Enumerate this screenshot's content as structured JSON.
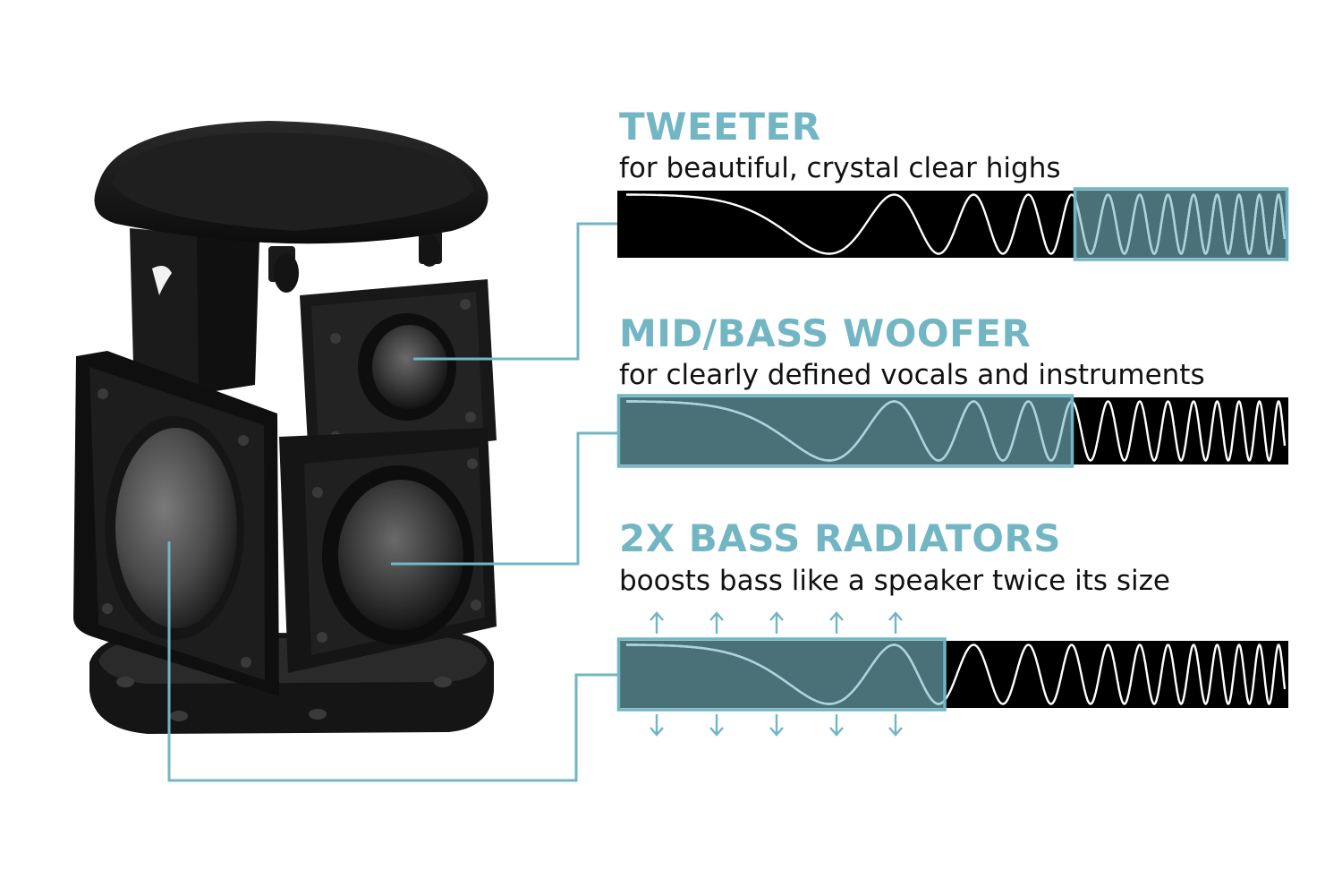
{
  "colors": {
    "accent": "#72b6c4",
    "highlight_fill": "#4a7178",
    "wave_on_black": "#ffffff",
    "wave_on_highlight": "#a9d4dc",
    "strip_background": "#000000",
    "speaker_body": "#1c1c1c"
  },
  "drivers": [
    {
      "title": "TWEETER",
      "subtitle": "for beautiful, crystal clear highs",
      "highlight_band": [
        0.68,
        1.0
      ]
    },
    {
      "title": "MID/BASS WOOFER",
      "subtitle": "for clearly defined vocals and instruments",
      "highlight_band": [
        0.0,
        0.68
      ]
    },
    {
      "title": "2X BASS RADIATORS",
      "subtitle": "boosts bass like a speaker twice its size",
      "highlight_band": [
        0.0,
        0.49
      ]
    }
  ],
  "icons": {
    "radiator_motion_up": "arrow-up-icon",
    "radiator_motion_down": "arrow-down-icon"
  }
}
